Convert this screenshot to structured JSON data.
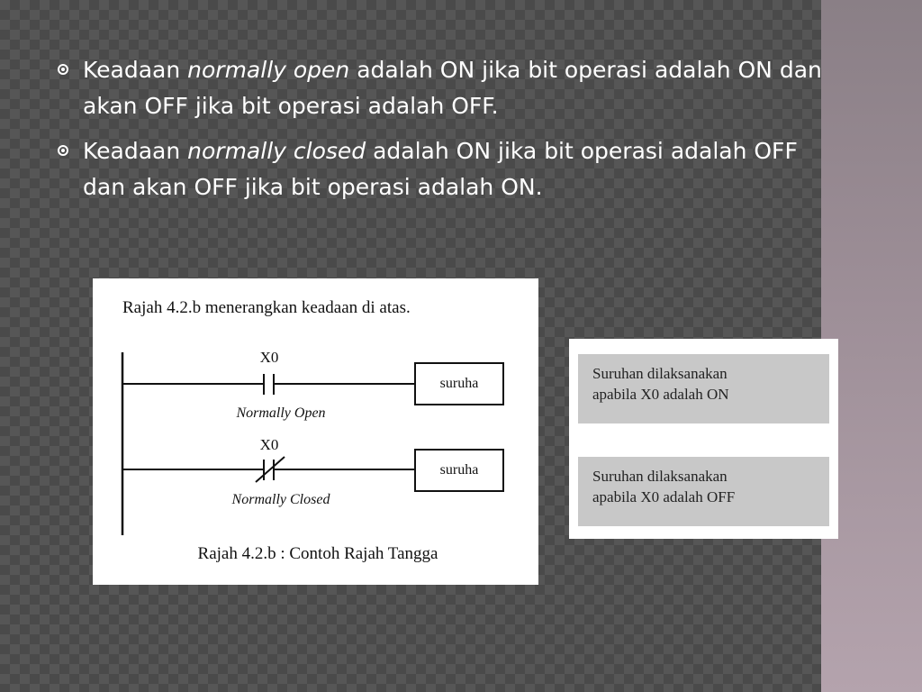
{
  "bullets": [
    {
      "prefix": "Keadaan ",
      "term": "normally open",
      "suffix": "  adalah ON jika bit operasi adalah ON dan akan OFF jika bit operasi adalah OFF."
    },
    {
      "prefix": "Keadaan ",
      "term": "normally closed",
      "suffix": " adalah ON jika bit operasi adalah OFF dan akan OFF jika bit operasi adalah ON."
    }
  ],
  "diagram": {
    "heading": "Rajah 4.2.b menerangkan keadaan di atas.",
    "rung1": {
      "contact_label": "X0",
      "contact_type": "Normally Open",
      "coil_label": "suruha"
    },
    "rung2": {
      "contact_label": "X0",
      "contact_type": "Normally Closed",
      "coil_label": "suruha"
    },
    "caption": "Rajah  4.2.b : Contoh Rajah Tangga"
  },
  "notes": [
    {
      "line1": "Suruhan dilaksanakan",
      "line2": "apabila X0 adalah ON"
    },
    {
      "line1": "Suruhan dilaksanakan",
      "line2": "apabila X0 adalah OFF"
    }
  ],
  "colors": {
    "band": "#9e8f98",
    "background": "#565656",
    "text": "#ffffff",
    "note_fill": "#c8c8c8"
  }
}
